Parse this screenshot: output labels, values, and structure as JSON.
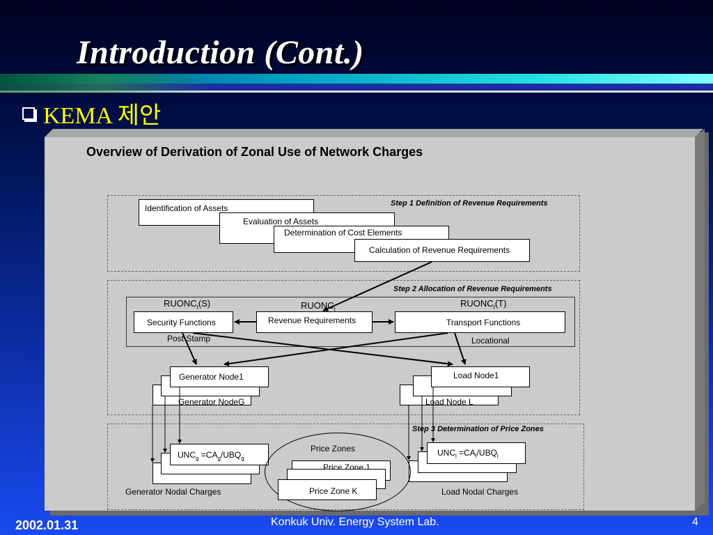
{
  "slide": {
    "title": "Introduction (Cont.)",
    "bullet": "KEMA 제안"
  },
  "diagram": {
    "title": "Overview of Derivation of Zonal Use of Network Charges",
    "step1": {
      "label": "Step 1 Definition of Revenue Requirements",
      "boxes": [
        "Identification of Assets",
        "Evaluation of Assets",
        "Determination of Cost Elements",
        "Calculation of Revenue Requirements"
      ]
    },
    "step2": {
      "label": "Step 2 Allocation of Revenue Requirements",
      "security": "Security Functions",
      "revenue": "Revenue Requirements",
      "transport": "Transport Functions",
      "ruonc_main": "RUONC",
      "ruonc_sub": "t",
      "ruonc_s_main": "RUONC",
      "ruonc_s_sub": "t",
      "ruonc_s_suffix": "(S)",
      "ruonc_t_main": "RUONC",
      "ruonc_t_sub": "t",
      "ruonc_t_suffix": "(T)",
      "post_stamp": "Post Stamp",
      "locational": "Locational",
      "gen_node_first": "Generator Node1",
      "gen_node_last": "Generator NodeG",
      "load_node_first": "Load  Node1",
      "load_node_last": "Load  Node L"
    },
    "step3": {
      "label": "Step 3 Determination of Price Zones",
      "price_zones": "Price Zones",
      "zone_first": "Price Zone 1",
      "zone_last": "Price Zone K",
      "gen_formula": {
        "a": "UNC",
        "a_sub": "g",
        "b": " =CA",
        "b_sub": "g",
        "c": "/UBQ",
        "c_sub": "g"
      },
      "load_formula": {
        "a": "UNC",
        "a_sub": "l",
        "b": " =CA",
        "b_sub": "l",
        "c": "/UBQ",
        "c_sub": "l"
      },
      "gen_nodal": "Generator Nodal Charges",
      "load_nodal": "Load Nodal Charges"
    }
  },
  "footer": {
    "date": "2002.01.31",
    "org": "Konkuk Univ. Energy System Lab.",
    "page": "4"
  },
  "colors": {
    "title": "#ffffff",
    "bullet": "#ffff00",
    "panel": "#cbcbcb"
  }
}
